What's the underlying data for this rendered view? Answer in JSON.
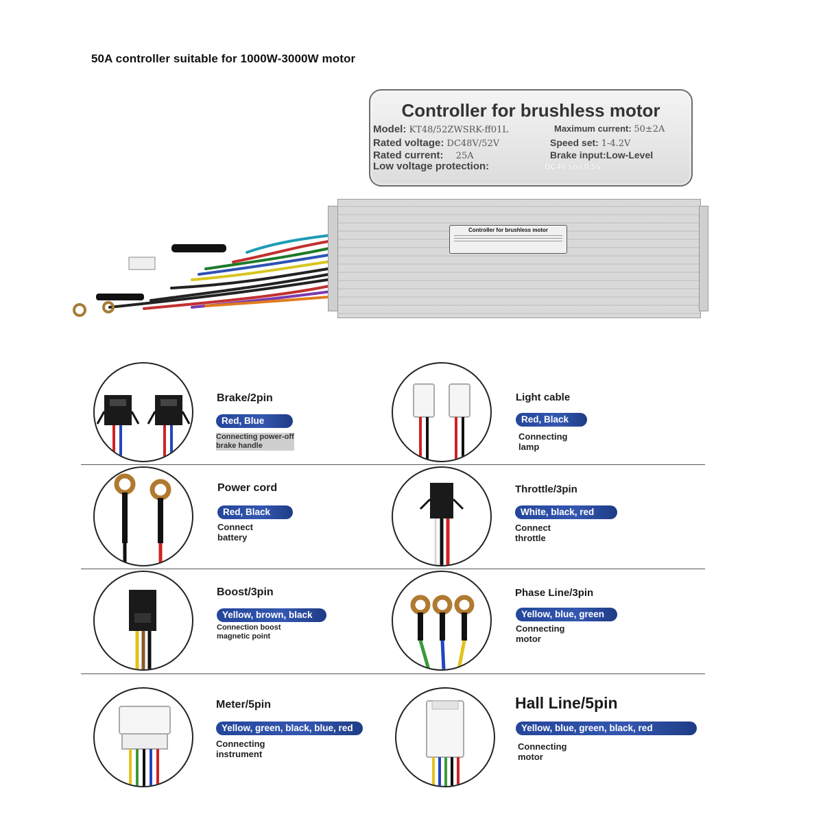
{
  "headline": "50A controller suitable for 1000W-3000W motor",
  "nameplate": {
    "title": "Controller for brushless motor",
    "model_label": "Model:",
    "model_value": "KT48/52ZWSRK-ff01L",
    "max_current_label": "Maximum current:",
    "max_current_value": "50±2A",
    "rated_voltage_label": "Rated voltage:",
    "rated_voltage_value": "DC48V/52V",
    "speed_set_label": "Speed set:",
    "speed_set_value": "1-4.2V",
    "rated_current_label": "Rated current:",
    "rated_current_value": "25A",
    "brake_input_label": "Brake input:",
    "brake_input_value": "Low-Level",
    "low_voltage_label": "Low voltage protection:",
    "low_voltage_value": "DC40 soil 0.5V"
  },
  "small_label_title": "Controller for brushless motor",
  "connectors": {
    "brake": {
      "title": "Brake/2pin",
      "wires": "Red, Blue",
      "desc": "Connecting power-off\nbrake handle"
    },
    "light": {
      "title": "Light cable",
      "wires": "Red, Black",
      "desc": "Connecting\nlamp"
    },
    "power": {
      "title": "Power cord",
      "wires": "Red, Black",
      "desc": "Connect\nbattery"
    },
    "throttle": {
      "title": "Throttle/3pin",
      "wires": "White, black, red",
      "desc": "Connect\nthrottle"
    },
    "boost": {
      "title": "Boost/3pin",
      "wires": "Yellow, brown, black",
      "desc": "Connection boost\nmagnetic point"
    },
    "phase": {
      "title": "Phase Line/3pin",
      "wires": "Yellow, blue, green",
      "desc": "Connecting\nmotor"
    },
    "meter": {
      "title": "Meter/5pin",
      "wires": "Yellow, green, black, blue, red",
      "desc": "Connecting\ninstrument"
    },
    "hall": {
      "title": "Hall Line/5pin",
      "wires": "Yellow, blue, green, black, red",
      "desc": "Connecting\nmotor"
    }
  }
}
